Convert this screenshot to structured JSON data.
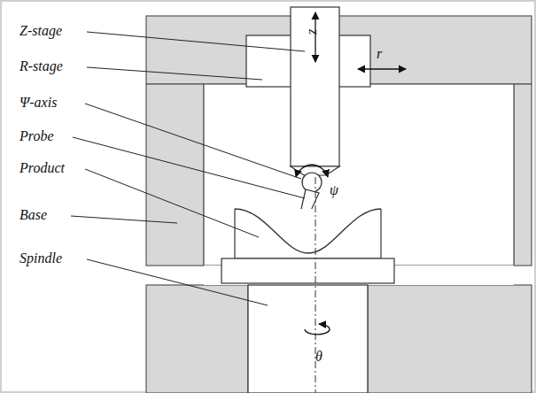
{
  "diagram": {
    "labels": [
      "Z-stage",
      "R-stage",
      "Ψ-axis",
      "Probe",
      "Product",
      "Base",
      "Spindle",
      "z",
      "r",
      "ψ",
      "θ"
    ]
  }
}
